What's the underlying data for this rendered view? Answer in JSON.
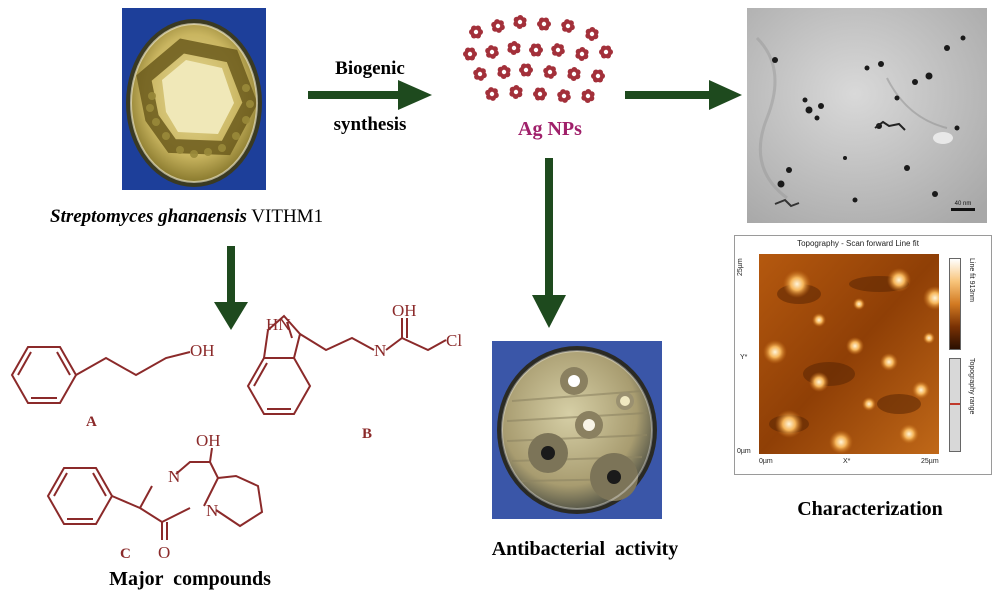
{
  "organism": {
    "genus_species": "Streptomyces ghanaensis",
    "strain": "VITHM1"
  },
  "process": {
    "line1": "Biogenic",
    "line2": "synthesis"
  },
  "product": {
    "label": "Ag NPs"
  },
  "afm": {
    "title": "Topography - Scan forward   Line fit",
    "y_top": "25µm",
    "y_mid": "Y*",
    "y_bottom": "0µm",
    "x_left": "0µm",
    "x_mid": "X*",
    "x_right": "25µm",
    "scale_label": "Line fit 913nm",
    "range_label": "Topography range",
    "scalebar_label": "40 nm"
  },
  "characterization": {
    "label": "Characterization"
  },
  "antibacterial": {
    "label": "Antibacterial  activity"
  },
  "compounds": {
    "label": "Major  compounds",
    "a_label": "A",
    "a_oh": "OH",
    "b_label": "B",
    "b_nh": "HN",
    "b_n": "N",
    "b_oh": "OH",
    "b_cl": "Cl",
    "c_label": "C",
    "c_oh": "OH",
    "c_n1": "N",
    "c_n2": "N",
    "c_o": "O"
  },
  "colors": {
    "arrow": "#1e4a1e",
    "chem": "#8b2a2a",
    "agnp": "#a0206a",
    "particle": "#a3303a"
  }
}
